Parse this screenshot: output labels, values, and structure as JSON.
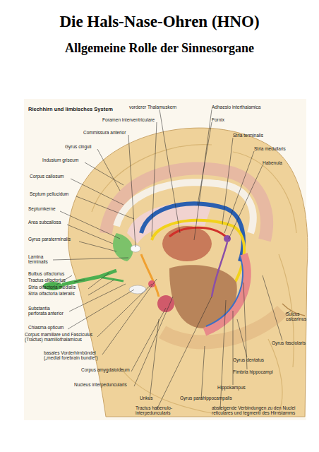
{
  "diagram": {
    "title": "Die Hals-Nase-Ohren (HNO)",
    "labels": [
      "Allgemeine Rolle der Sinnesorgane",
      "Riechhirn und limbisches System",
      "vorderer Thalamuskern",
      "Adhaesio interthalamica",
      "Foramen interventriculare",
      "Fornix",
      "Commissura anterior",
      "Stria terminalis",
      "Gyrus cinguli",
      "Stria medullaris",
      "Indusium griseum",
      "Habenula",
      "Corpus callosum",
      "Septum pellucidum",
      "Septumkerne",
      "Area subcallosa",
      "Gyrus paraterminalis",
      "Lamina terminalis",
      "Bulbus olfactorius",
      "Tractus olfactorius",
      "Stria olfactoria medialis",
      "Stria olfactoria lateralis",
      "Substantia perforata anterior",
      "Chiasma opticum",
      "Corpus mamillare und Fasciculus (Tractus) mamillothalamicus",
      "basales Vorderhirnbündel („medial forebrain bundle“)",
      "Corpus amygdaloideum",
      "Nucleus interpeduncularis",
      "Unkus",
      "Tractus habenulo-interpeduncularis",
      "Gyrus parahippocampalis",
      "absteigende Verbindungen zu den Nuclei reticulares und tegmenti des Hirnstamms",
      "Hippokampus",
      "Fimbria hippocampi",
      "Gyrus dentatus",
      "Gyrus fasciolaris",
      "Sulcus calcarinus"
    ]
  }
}
